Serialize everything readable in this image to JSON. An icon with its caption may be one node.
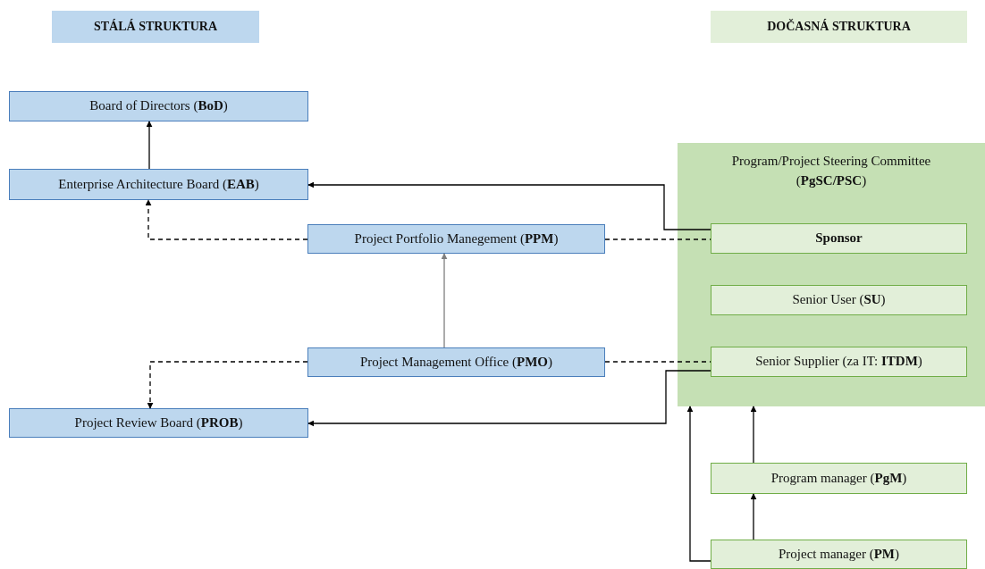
{
  "diagram": {
    "nodes": [
      {
        "text": [
          "STÁLÁ STRUKTURA"
        ]
      },
      {
        "text": [
          "DOČASNÁ STRUKTURA"
        ]
      },
      {
        "text": [
          "Board of Directors (**BoD**)"
        ]
      },
      {
        "text": [
          "Enterprise Architecture Board (**EAB**)"
        ]
      },
      {
        "text": [
          "Project Portfolio Manegement (**PPM**)"
        ]
      },
      {
        "text": [
          "Project Management Office (**PMO**)"
        ]
      },
      {
        "text": [
          "Project Review Board (**PROB**)"
        ]
      },
      {
        "text": [
          "Program/Project Steering Committee (**PgSC/PSC**)"
        ]
      },
      {
        "text": [
          "Sponsor"
        ],
        "in": 7
      },
      {
        "text": [
          "Senior User (**SU**)"
        ],
        "in": 7
      },
      {
        "text": [
          "Senior Supplier (za IT: **ITDM**)"
        ],
        "in": 7
      },
      {
        "text": [
          "Program manager (**PgM**)"
        ]
      },
      {
        "text": [
          "Project manager (**PM**)"
        ]
      }
    ],
    "edges": [
      {
        "from": 3,
        "to": 2,
        "arrow": "to"
      },
      {
        "from": 8,
        "to": 3,
        "arrow": "to"
      },
      {
        "from": 4,
        "to": 3,
        "arrow": "to",
        "style": "dashed"
      },
      {
        "from": 4,
        "to": 8,
        "arrow": "none",
        "style": "dashed"
      },
      {
        "from": 5,
        "to": 4,
        "arrow": "to",
        "color": "#7f7f7f"
      },
      {
        "from": 5,
        "to": 6,
        "arrow": "to",
        "style": "dashed"
      },
      {
        "from": 5,
        "to": 10,
        "arrow": "none",
        "style": "dashed"
      },
      {
        "from": 10,
        "to": 6,
        "arrow": "to"
      },
      {
        "from": 11,
        "to": 7,
        "arrow": "to"
      },
      {
        "from": 12,
        "to": 11,
        "arrow": "to"
      },
      {
        "from": 12,
        "to": 7,
        "arrow": "to"
      }
    ]
  }
}
